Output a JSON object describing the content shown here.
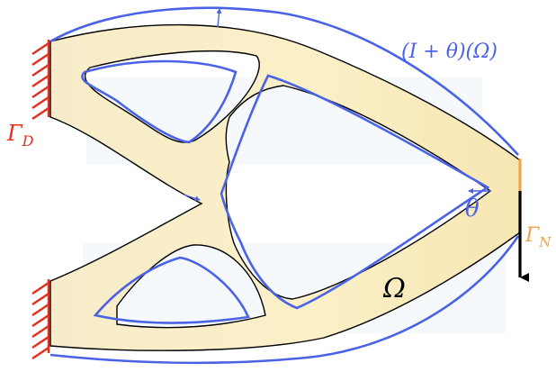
{
  "labels": {
    "gamma_d": {
      "main": "Γ",
      "sub": "D"
    },
    "gamma_n": {
      "main": "Γ",
      "sub": "N"
    },
    "omega": "Ω",
    "theta": "θ",
    "perturbed": "(I + θ)(Ω)"
  },
  "colors": {
    "fill": "#fbf0c6",
    "outline": "#000000",
    "perturbed": "#4a63e6",
    "support": "#e0301e",
    "gamma_n": "#f0a24a",
    "load": "#000000"
  }
}
